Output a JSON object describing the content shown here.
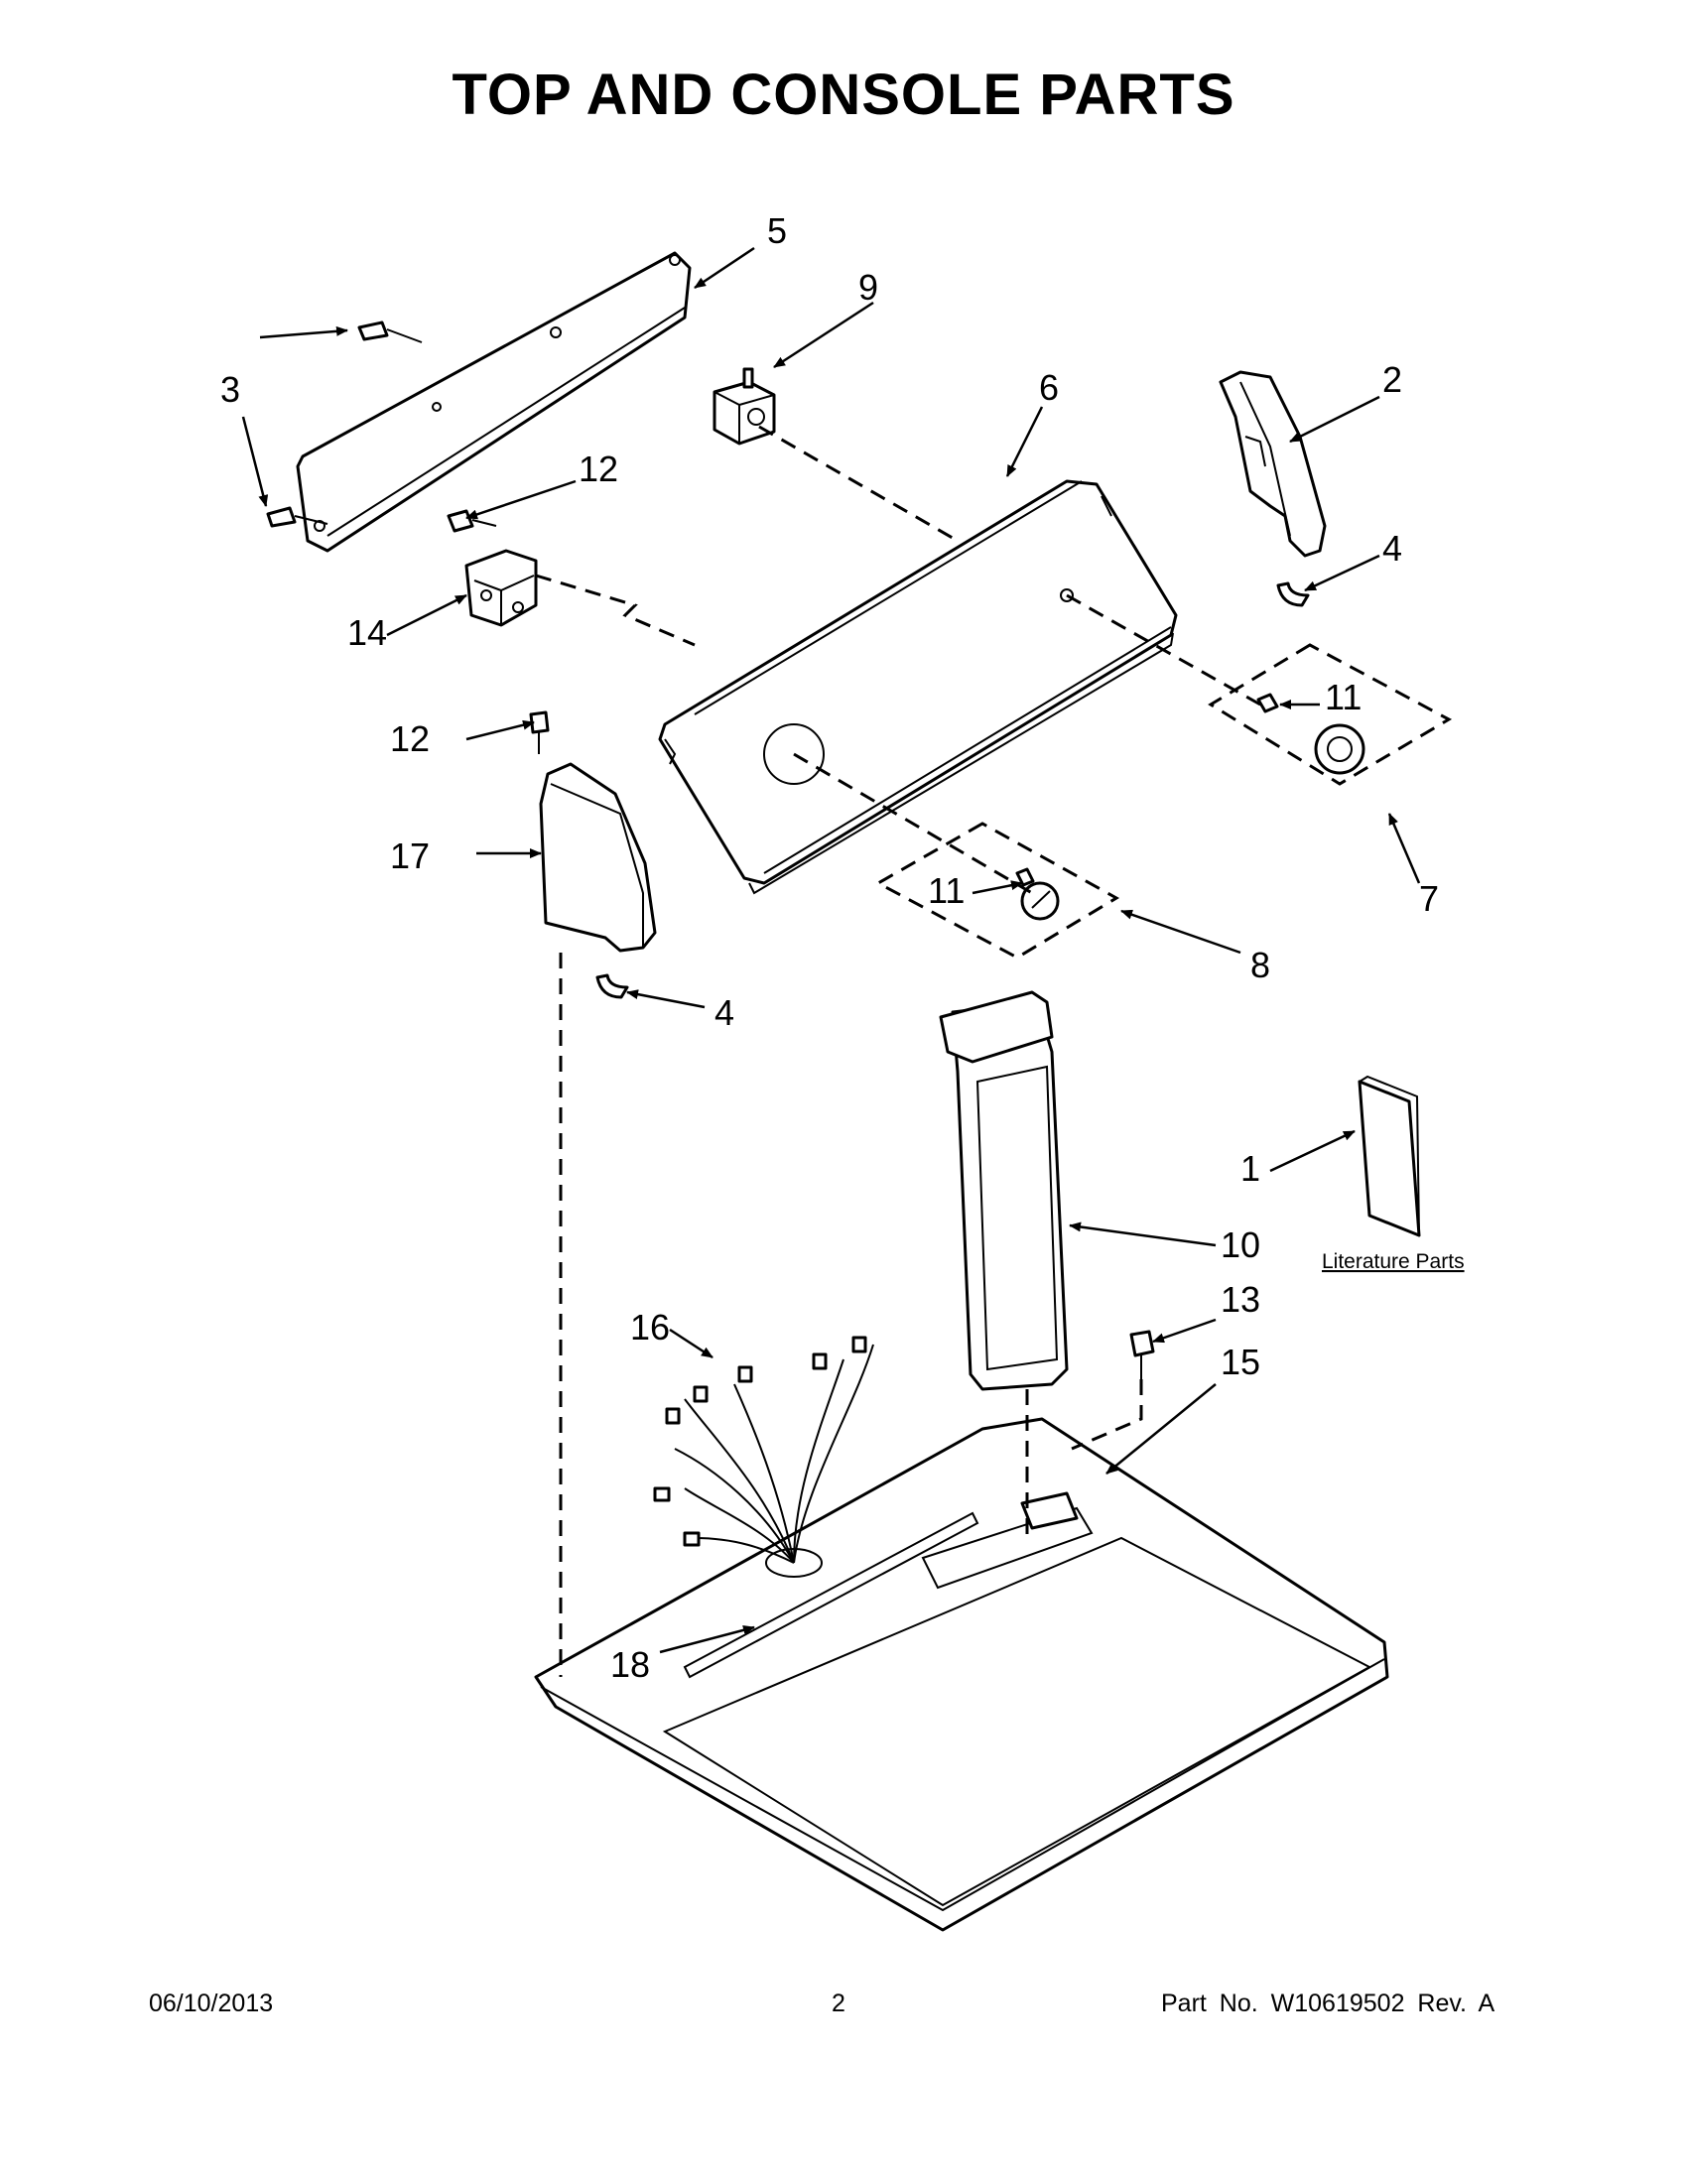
{
  "page": {
    "title": "TOP AND CONSOLE PARTS",
    "footer_date": "06/10/2013",
    "footer_page": "2",
    "footer_part": "Part No. W10619502 Rev. A"
  },
  "callouts": {
    "c1": "1",
    "c2": "2",
    "c3": "3",
    "c4a": "4",
    "c4b": "4",
    "c5": "5",
    "c6": "6",
    "c7": "7",
    "c8": "8",
    "c9": "9",
    "c10": "10",
    "c11a": "11",
    "c11b": "11",
    "c12a": "12",
    "c12b": "12",
    "c13": "13",
    "c14": "14",
    "c15": "15",
    "c16": "16",
    "c17": "17",
    "c18": "18"
  },
  "literature_label": "Literature Parts"
}
